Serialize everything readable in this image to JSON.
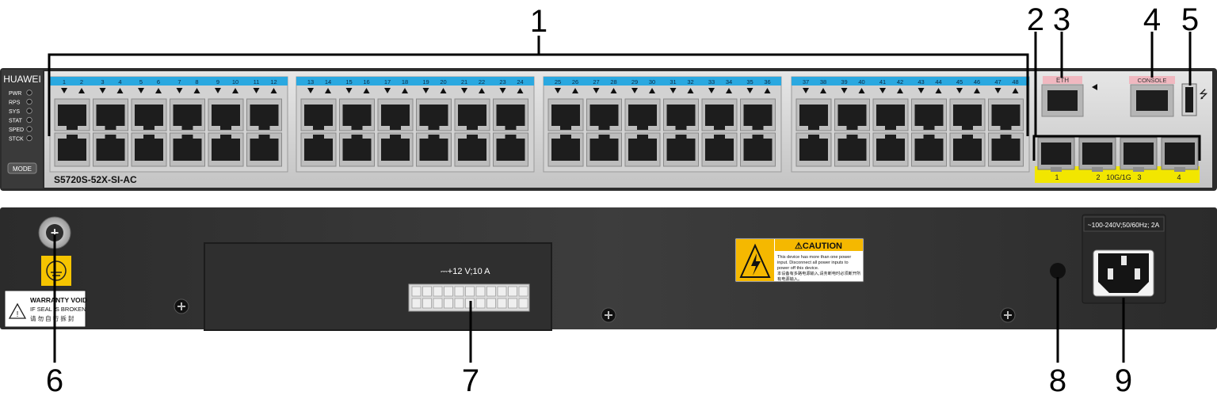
{
  "callouts": [
    "1",
    "2",
    "3",
    "4",
    "5",
    "6",
    "7",
    "8",
    "9"
  ],
  "front": {
    "brand": "HUAWEI",
    "leds": [
      "PWR",
      "RPS",
      "SYS",
      "STAT",
      "SPED",
      "STCK"
    ],
    "mode_button": "MODE",
    "model": "S5720S-52X-SI-AC",
    "port_groups": [
      [
        "1",
        "2",
        "3",
        "4",
        "5",
        "6",
        "7",
        "8",
        "9",
        "10",
        "11",
        "12"
      ],
      [
        "13",
        "14",
        "15",
        "16",
        "17",
        "18",
        "19",
        "20",
        "21",
        "22",
        "23",
        "24"
      ],
      [
        "25",
        "26",
        "27",
        "28",
        "29",
        "30",
        "31",
        "32",
        "33",
        "34",
        "35",
        "36"
      ],
      [
        "37",
        "38",
        "39",
        "40",
        "41",
        "42",
        "43",
        "44",
        "45",
        "46",
        "47",
        "48"
      ]
    ],
    "eth_label": "ETH",
    "console_label": "CONSOLE",
    "sfp_labels": [
      "1",
      "2",
      "10G/1G",
      "3",
      "4"
    ]
  },
  "rear": {
    "warranty": [
      "WARRANTY VOID",
      "IF SEAL IS BROKEN",
      "请 勿 自 行 拆 封"
    ],
    "dc_input": "⎓+12 V;10 A",
    "caution_title": "⚠CAUTION",
    "caution_text": [
      "This device has more than one power",
      "input. Disconnect all power inputs to",
      "power off this device.",
      "本设备有多路电源输入,请务断电时必须断开所",
      "有电源输入。"
    ],
    "ac_rating": "~100-240V;50/60Hz; 2A"
  },
  "colors": {
    "chassis": "#2c2c2c",
    "front_panel": "#d8d8d8",
    "label_blue": "#2aa8e0",
    "sfp_yellow": "#f2e600",
    "eth_pink": "#f0b8c0",
    "caution_yellow": "#f5b800"
  }
}
